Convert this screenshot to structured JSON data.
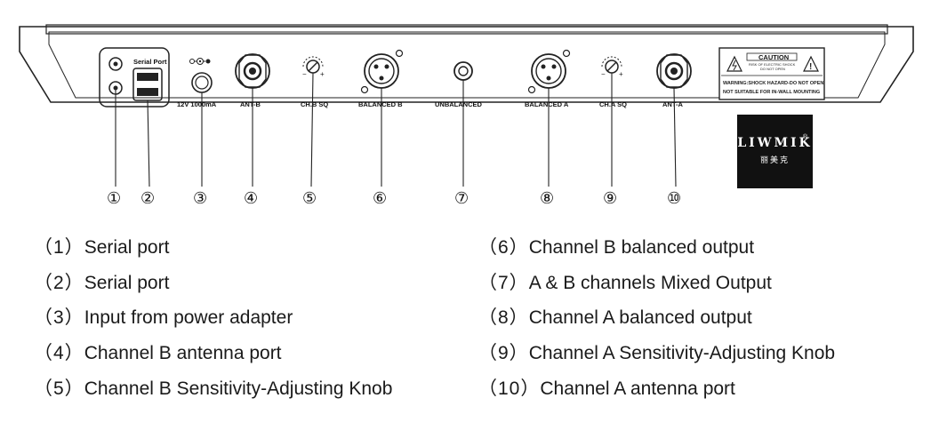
{
  "panel": {
    "serial_port_label": "Serial Port",
    "power_label": "12V 1000mA",
    "ant_b_label": "ANT-B",
    "ch_b_sq_label": "CH.B SQ",
    "balanced_b_label": "BALANCED B",
    "unbalanced_label": "UNBALANCED",
    "balanced_a_label": "BALANCED A",
    "ch_a_sq_label": "CH.A SQ",
    "ant_a_label": "ANT-A",
    "caution_title": "CAUTION",
    "caution_line1": "RISK OF ELECTRIC SHOCK",
    "caution_line2": "DO NOT OPEN",
    "warning_line1": "WARNING:SHOCK HAZARD-DO NOT OPEN.",
    "warning_line2": "NOT SUITABLE FOR IN-WALL MOUNTING"
  },
  "logo": {
    "brand": "LIWMIK",
    "reg": "®",
    "chinese": "丽美克"
  },
  "callouts": [
    "①",
    "②",
    "③",
    "④",
    "⑤",
    "⑥",
    "⑦",
    "⑧",
    "⑨",
    "⑩"
  ],
  "legend": [
    {
      "idx": "（1）",
      "text": "Serial port"
    },
    {
      "idx": "（2）",
      "text": "Serial port"
    },
    {
      "idx": "（3）",
      "text": "Input from power adapter"
    },
    {
      "idx": "（4）",
      "text": "Channel B antenna port"
    },
    {
      "idx": "（5）",
      "text": "Channel B Sensitivity-Adjusting Knob"
    },
    {
      "idx": "（6）",
      "text": "Channel B balanced output"
    },
    {
      "idx": "（7）",
      "text": "A & B channels Mixed Output"
    },
    {
      "idx": "（8）",
      "text": "Channel A balanced output"
    },
    {
      "idx": "（9）",
      "text": "Channel A Sensitivity-Adjusting Knob"
    },
    {
      "idx": "（10）",
      "text": "Channel A antenna port"
    }
  ]
}
